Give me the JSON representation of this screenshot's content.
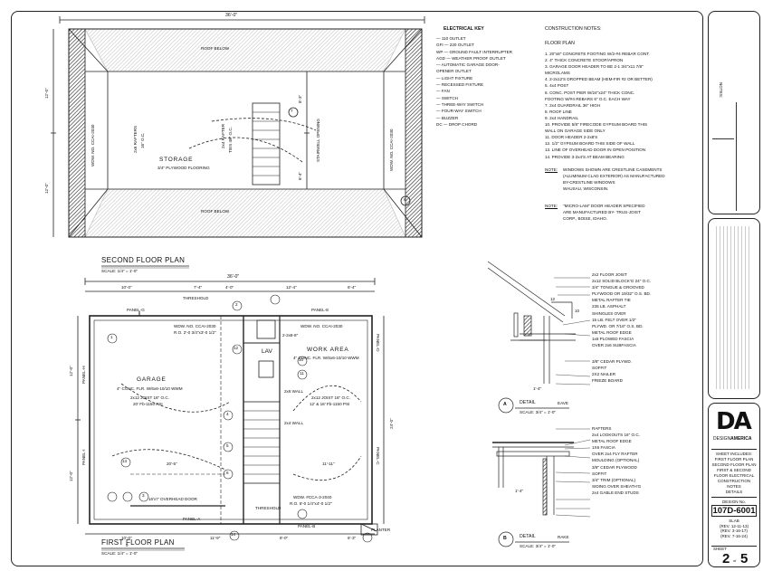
{
  "second_floor": {
    "overall_width": "36'-0\"",
    "roof_below_top": "ROOF BELOW",
    "roof_below_bottom": "ROOF BELOW",
    "storage": "STORAGE",
    "flooring": "3/4\" PLYWOOD FLOORING",
    "rafters_left": "2x6 RAFTERS",
    "rafters_left2": "16\" O.C.",
    "rafter_ties": "2x4 RAFTER",
    "rafter_ties2": "TIES 48\" O.C.",
    "stairwell": "STAIRWELL OPENING",
    "dim_left_top": "12'-0\"",
    "dim_left_bottom": "12'-0\"",
    "dim_mid_top": "8'-3\"",
    "dim_mid_bottom": "6'-4\"",
    "window_left": "WDW. NO. CCAI-2030",
    "window_right": "WDW. NO. CCAI-2030",
    "title": "SECOND FLOOR PLAN",
    "scale": "SCALE: 1/4\" = 1'-0\""
  },
  "electrical_key": {
    "heading": "ELECTRICAL KEY",
    "items": [
      "— 110 OUTLET",
      "GFI — 220 OUTLET",
      "WP — GROUND FAULT INTERRUPTER",
      "AGD — WEATHER PROOF OUTLET",
      "— AUTOMATIC GARAGE DOOR-",
      "     OPENER OUTLET",
      "— LIGHT FIXTURE",
      "— RECESSED FIXTURE",
      "— FAN",
      "— SWITCH",
      "— THREE-WAY SWITCH",
      "— FOUR-WAY SWITCH",
      "— BUZZER",
      "DC — DROP CHORD"
    ]
  },
  "construction_notes": {
    "heading": "CONSTRUCTION NOTES:",
    "subheading": "FLOOR PLAN",
    "items": [
      "1.  20\"x8\" CONCRETE FOOTING W/2-#4 REBAR CONT.",
      "2.  4\" THICK CONCRETE STOOP/APRON",
      "3.  GARAGE DOOR HEADER TO BE 2-1 3/4\"x11 7/8\"",
      "     MICROLAMS",
      "4.  2-2x12'S DROPPED BEAM (HEM-FIR #2 OR BETTER)",
      "5.  4x4 POST",
      "6.  CONC. POST PIER W/24\"x24\" THICK CONC.",
      "     FOOTING W/#4 REBARS 6\" O.C. EACH WAY",
      "7.  2x4 GUARDRAIL 36\" HIGH",
      "8.  ROOF LINE",
      "9.  2x4 HANDRAIL",
      "10. PROVIDE 5/8\" FIRECODE GYPSUM BOARD THIS",
      "     WALL ON GARAGE SIDE ONLY",
      "11. DOOR HEADER 2-2x8'S",
      "12. 1/2\" GYPSUM BOARD THIS SIDE OF WALL",
      "13. LINE OF OVERHEAD DOOR IN OPEN POSITION",
      "14. PROVIDE 3-2x4'S AT BEAM BEARING"
    ],
    "note1_label": "NOTE:",
    "note1": [
      "WINDOWS SHOWN ARE CRESTLINE CASEMENTS",
      "(ALUMINUM CLAD EXTERIOR) AS MANUFACTURED",
      "BY-CRESTLINE WINDOWS",
      "WAUSAU, WISCONSIN."
    ],
    "note2_label": "NOTE:",
    "note2": [
      "\"MICRO-LAM\" DOOR HEADER SPECIFIED",
      "ARE MANUFACTURED BY- TRUS-JOIST",
      "CORP., BOISE, IDAHO."
    ]
  },
  "first_floor": {
    "overall_width": "36'-0\"",
    "top_dims": [
      "10'-0\"",
      "7'-4\"",
      "4'-0\"",
      "12'-4\"",
      "6'-4\""
    ],
    "bottom_dims": [
      "10'-0\"",
      "11'-9\"",
      "8'-0\"",
      "6'-3\""
    ],
    "left_dims": [
      "12'-0\"",
      "12'-0\""
    ],
    "right_dims": [
      "24'-0\""
    ],
    "garage": "GARAGE",
    "garage_floor": "4\" CONC. FLR. W/6x6-10/10 WWM",
    "joist": "2x12 JOIST 16\" O.C.",
    "joist2": "20' Fb-1150 PSI",
    "span": "20'-5\"",
    "overhead_door": "16'x7' OVERHEAD DOOR",
    "work_area": "WORK AREA",
    "work_floor": "4\" CONC. FLR. W/6x6-10/10 WWM",
    "joist_work": "2x12 JOIST 16\" O.C.",
    "joist_work2": "12' & 18' Fb-1150 PSI",
    "lav": "LAV",
    "span_work": "11'-11\"",
    "wall_2x6": "2x6 WALL",
    "wall_2x4": "2x4 WALL",
    "door_header": "2-2x8-8\"",
    "threshold_top": "THRESHOLD",
    "threshold_bottom": "THRESHOLD",
    "wdw_top1": "WDW. NO. CCAI-2030",
    "wdw_top1b": "R.O. 2'-0 3/4\"x3'-0 1/2\"",
    "wdw_top2": "WDW. NO. CCAI-2030",
    "wdw_bottom": "WDW. #CCA-3-2040",
    "wdw_bottom_b": "R.O. 6'-0 1/4\"x4'-0 1/2\"",
    "planter": "PLANTER",
    "panels": [
      "PANEL-G",
      "PANEL-E",
      "PANEL-H",
      "PANEL-D",
      "PANEL-I",
      "PANEL-C",
      "PANEL-A",
      "PANEL-B"
    ],
    "title": "FIRST FLOOR PLAN",
    "scale": "SCALE: 1/4\" = 1'-0\""
  },
  "detail_a": {
    "letter": "A",
    "title": "DETAIL",
    "subtitle": "EAVE",
    "scale": "SCALE: 3/4\" = 1'-0\"",
    "labels": [
      "2x2 FLOOR JOIST",
      "2x12 SOLID BLOCK'G 24\" O.C.",
      "3/4\" TONGUE & GROOVED",
      "PLYWOOD OR 19/32\" O.S. BD.",
      "METAL RAFTER TIE",
      "235 LB. ASPHALT",
      "SHINGLES OVER",
      "15 LB. FELT OVER 1/2\"",
      "PLYWD. OR 7/16\" O.S. BD.",
      "METAL ROOF EDGE",
      "1x6 PLOWED FASCIA",
      "OVER 2x6 SUBFASCIA",
      "3/8\" CEDAR PLYWD.",
      "SOFFIT",
      "2X2 NAILER",
      "FRIEZE BOARD"
    ],
    "pitch": "12",
    "pitch2": "10",
    "dim": "1'-4\""
  },
  "detail_b": {
    "letter": "B",
    "title": "DETAIL",
    "subtitle": "RAKE",
    "scale": "SCALE: 3/4\" = 1'-0\"",
    "labels": [
      "RAFTERS",
      "2x4 LOOKOUTS 16\" O.C.",
      "METAL ROOF EDGE",
      "1X6 FASCIA",
      "OVER 2x4 FLY RAFTER",
      "MOULDING (OPTIONAL)",
      "3/8\" CEDAR PLYWOOD",
      "SOFFIT",
      "3/4\" TRIM (OPTIONAL)",
      "SIDING OVER SHEATH'G",
      "2x4 GABLE END STUDS"
    ],
    "dim": "1'-4\""
  },
  "title_block": {
    "notes_label": "NOTES:",
    "logo_letters": "DA",
    "logo_text_a": "DESIGN",
    "logo_text_b": "AMERICA",
    "sheet_includes": [
      "SHEET INCLUDES:",
      "FIRST FLOOR PLAN",
      "SECOND FLOOR PLAN",
      "FIRST & SECOND",
      "FLOOR ELECTRICAL",
      "CONSTRUCTION NOTES",
      "DETAILS"
    ],
    "design_no_label": "DESIGN No.",
    "design_no": "107D-6001",
    "revisions": [
      "SLAB",
      "(REV. 12-11-13)",
      "(REV. 3-16-17)",
      "(REV. 7-16-24)"
    ],
    "sheet_label": "SHEET",
    "sheet_no": "2",
    "sheet_of": "of",
    "sheet_total": "5"
  },
  "callouts": [
    "1",
    "2",
    "3",
    "4",
    "5",
    "6",
    "7",
    "8",
    "9",
    "10",
    "11",
    "12",
    "13",
    "14"
  ]
}
